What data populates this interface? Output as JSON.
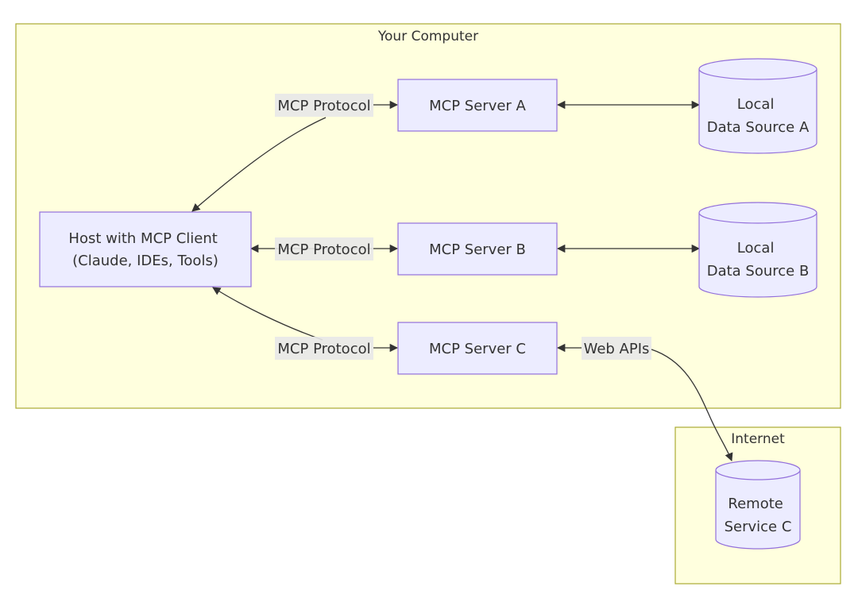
{
  "clusters": {
    "your_computer": "Your Computer",
    "internet": "Internet"
  },
  "nodes": {
    "host": [
      "Host with MCP Client",
      "(Claude, IDEs, Tools)"
    ],
    "server_a": "MCP Server A",
    "server_b": "MCP Server B",
    "server_c": "MCP Server C",
    "source_a": [
      "Local",
      "Data Source A"
    ],
    "source_b": [
      "Local",
      "Data Source B"
    ],
    "remote_c": [
      "Remote",
      "Service C"
    ]
  },
  "edges": {
    "protocol_a": "MCP Protocol",
    "protocol_b": "MCP Protocol",
    "protocol_c": "MCP Protocol",
    "web_apis": "Web APIs"
  },
  "colors": {
    "cluster_fill": "#ffffde",
    "cluster_stroke": "#aaaa33",
    "node_fill": "#ececff",
    "node_stroke": "#9370db",
    "edge": "#333333",
    "edge_label_bg": "#e8e8e8"
  }
}
